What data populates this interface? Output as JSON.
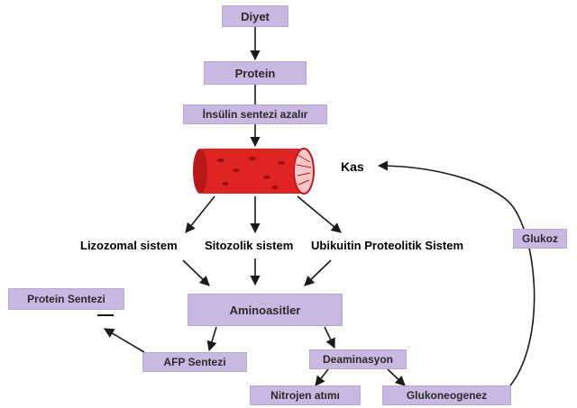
{
  "diagram": {
    "nodes": {
      "diyet": "Diyet",
      "protein": "Protein",
      "insulin": "İnsülin sentezi azalır",
      "kas": "Kas",
      "lizozomal": "Lizozomal sistem",
      "sitozolik": "Sitozolik sistem",
      "ubikuitin": "Ubikuitin Proteolitik Sistem",
      "glukoz": "Glukoz",
      "protein_sentezi": "Protein Sentezi",
      "inhibit_mark": "—",
      "aminoasitler": "Aminoasitler",
      "afp": "AFP Sentezi",
      "deaminasyon": "Deaminasyon",
      "nitrojen": "Nitrojen atımı",
      "glukoneogenez": "Glukoneogenez"
    },
    "colors": {
      "box_fill": "#c8b8e2",
      "muscle_red": "#e02323",
      "muscle_dark": "#9c1010",
      "arrow": "#1a1a1a"
    }
  }
}
